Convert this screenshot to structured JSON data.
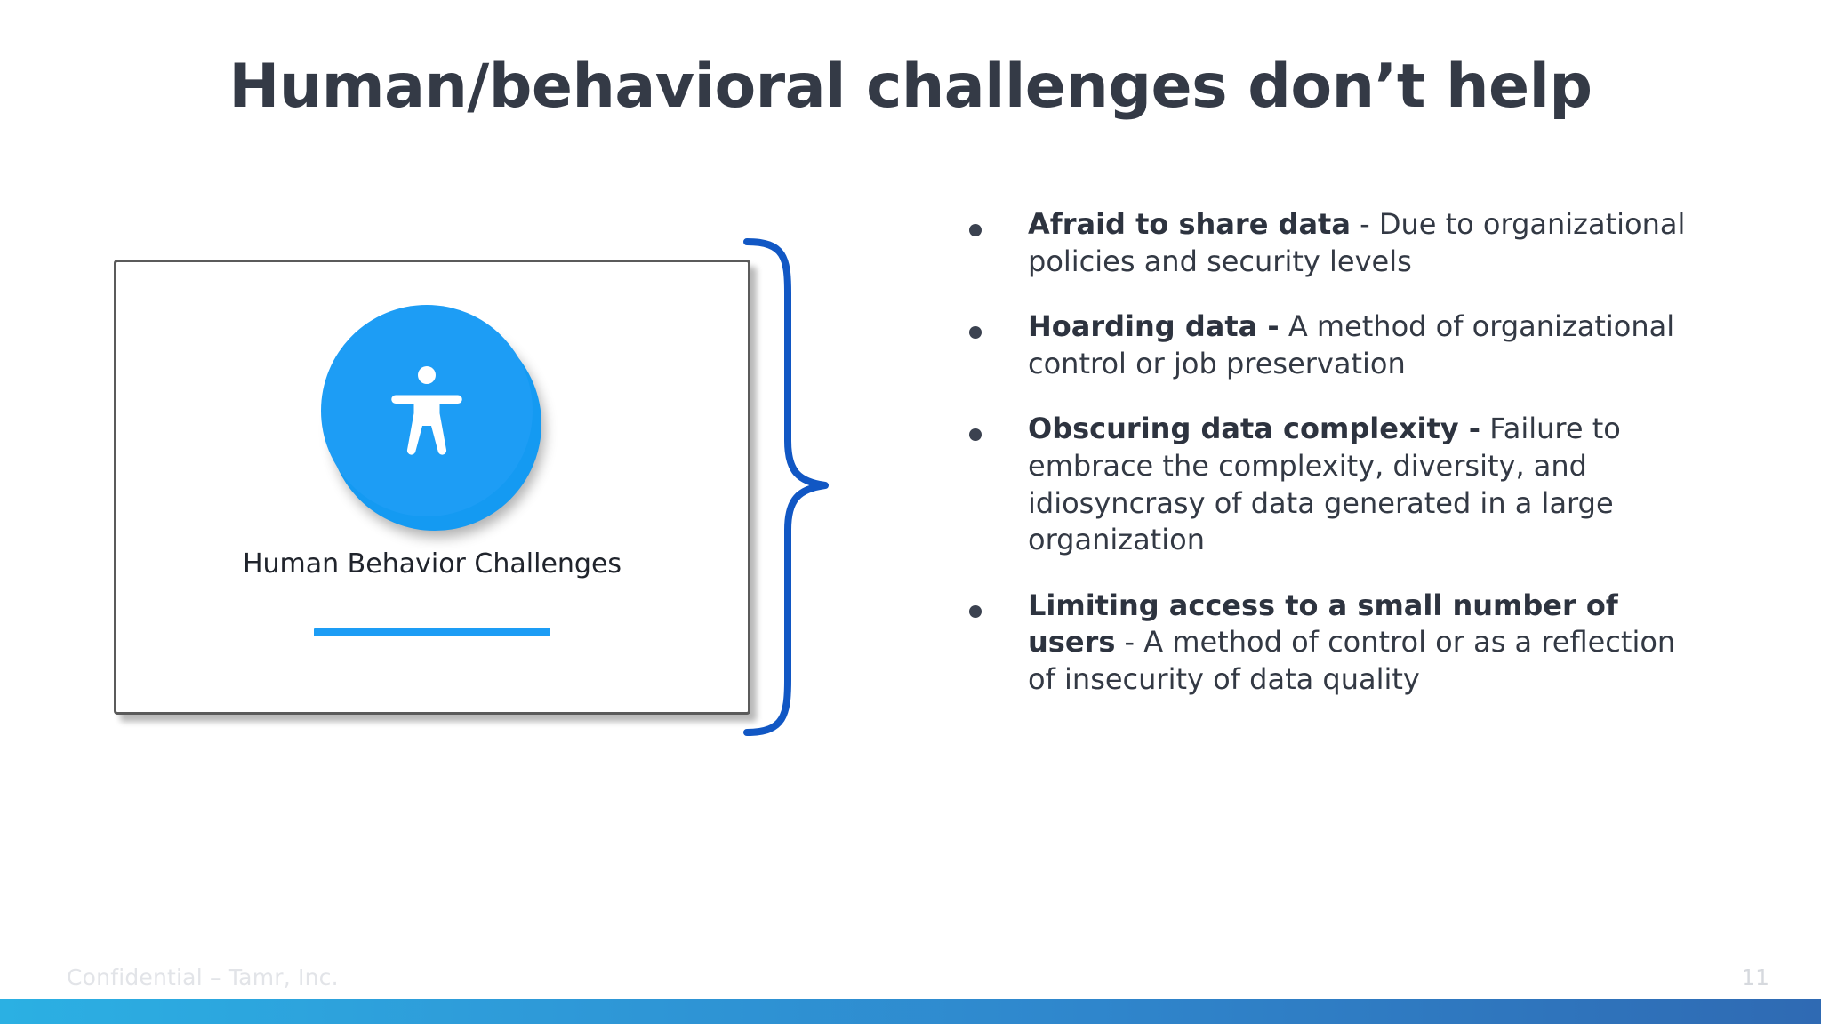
{
  "slide": {
    "title": "Human/behavioral challenges don’t help",
    "page_number": "11",
    "footer_note": "Confidential – Tamr, Inc."
  },
  "colors": {
    "title_text": "#343a46",
    "body_text": "#333944",
    "accent_blue": "#1d9df5",
    "brace_blue": "#1157c4",
    "card_border": "#5b5b5b",
    "footer_text": "#e2e4e8",
    "bottom_bar_left": "#2bb0e3",
    "bottom_bar_right": "#2f6ab3"
  },
  "card": {
    "label": "Human Behavior Challenges",
    "icon_name": "accessibility-person-icon"
  },
  "bullets": [
    {
      "lead": "Afraid to share data",
      "rest": " - Due to organizational policies and security levels"
    },
    {
      "lead": "Hoarding data -",
      "rest": " A method of organizational control or job preservation"
    },
    {
      "lead": "Obscuring data complexity -",
      "rest": " Failure to embrace the complexity, diversity, and idiosyncrasy of data generated in a large organization"
    },
    {
      "lead": "Limiting access to a small number of users",
      "rest": " - A method of control or as a reflection of insecurity of data quality"
    }
  ]
}
